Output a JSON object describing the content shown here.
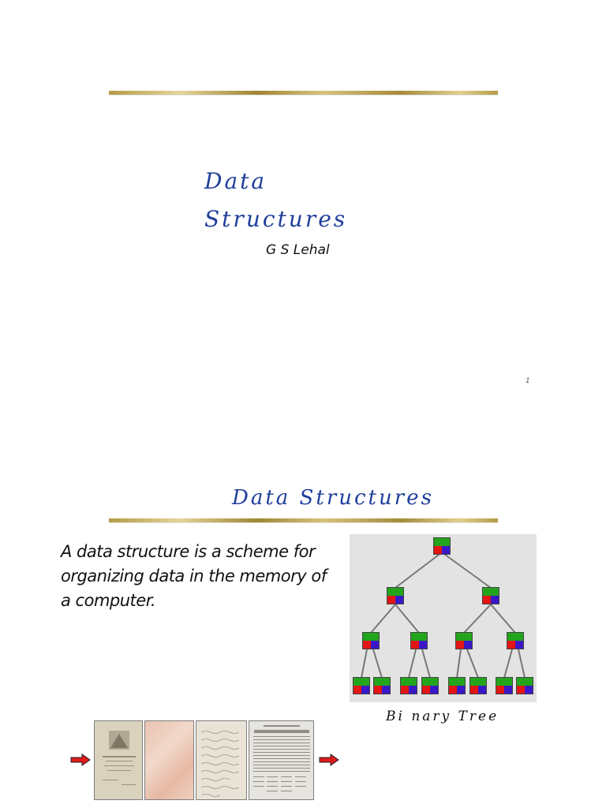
{
  "slide1": {
    "title_line1": "Data",
    "title_line2": "Structures",
    "author": "G S Lehal",
    "page_mark": "1"
  },
  "slide2": {
    "title": "Data Structures",
    "definition": "A data structure is a scheme for organizing data in the memory of a computer.",
    "tree_caption": "Bi nary  Tree"
  },
  "icons": {
    "left_arrow": "arrow-right-icon",
    "right_arrow": "arrow-right-icon"
  },
  "colors": {
    "title_blue": "#1f3e9b",
    "node_green": "#22a51c",
    "node_red": "#e31515",
    "node_blue": "#3a18c8",
    "arrow_red": "#e01a1a"
  }
}
